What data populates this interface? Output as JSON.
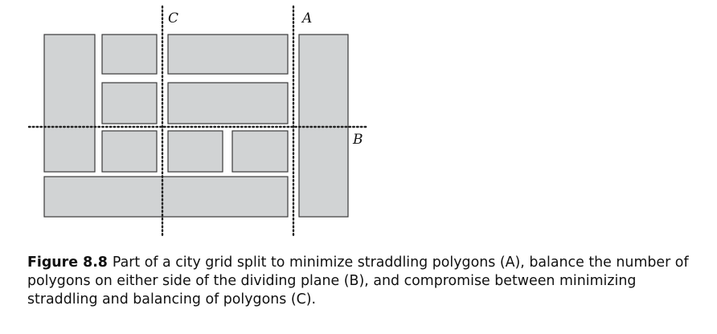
{
  "figure": {
    "labels": {
      "a": "A",
      "b": "B",
      "c": "C"
    },
    "block_color": "#d1d3d4",
    "outline_color": "#3a3a3a"
  },
  "caption": {
    "label": "Figure 8.8",
    "text": "Part of a city grid split to minimize straddling polygons (A), balance the number of polygons on either side of the dividing plane (B), and compromise between minimizing straddling and balancing of polygons (C)."
  }
}
